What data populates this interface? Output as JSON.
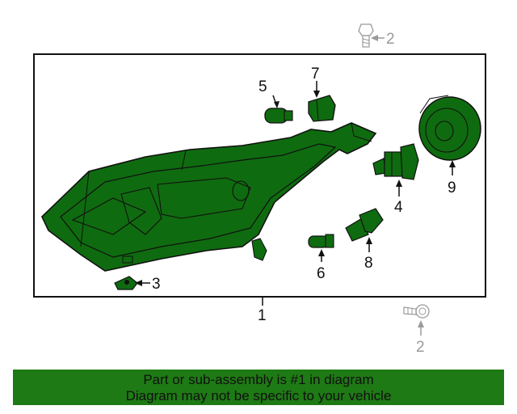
{
  "diagram": {
    "accent_color": "#0f6b0f",
    "outline_color": "#111111",
    "grey_color": "#9a9a9a",
    "callouts": {
      "c1": "1",
      "c2_top": "2",
      "c2_bottom": "2",
      "c3": "3",
      "c4": "4",
      "c5": "5",
      "c6": "6",
      "c7": "7",
      "c8": "8",
      "c9": "9"
    },
    "parts": [
      {
        "id": "headlamp-assembly",
        "callout": "1",
        "highlighted": true
      },
      {
        "id": "bolt",
        "callout": "2",
        "highlighted": false
      },
      {
        "id": "nut-clip",
        "callout": "3",
        "highlighted": true
      },
      {
        "id": "headlamp-bulb",
        "callout": "4",
        "highlighted": true
      },
      {
        "id": "side-marker-bulb",
        "callout": "5",
        "highlighted": true
      },
      {
        "id": "small-bulb",
        "callout": "6",
        "highlighted": true
      },
      {
        "id": "bulb-socket",
        "callout": "7",
        "highlighted": true
      },
      {
        "id": "turn-signal-bulb",
        "callout": "8",
        "highlighted": true
      },
      {
        "id": "dust-cover",
        "callout": "9",
        "highlighted": true
      }
    ]
  },
  "footer": {
    "line1": "Part or sub-assembly is #1 in diagram",
    "line2": "Diagram may not be specific to your vehicle"
  }
}
